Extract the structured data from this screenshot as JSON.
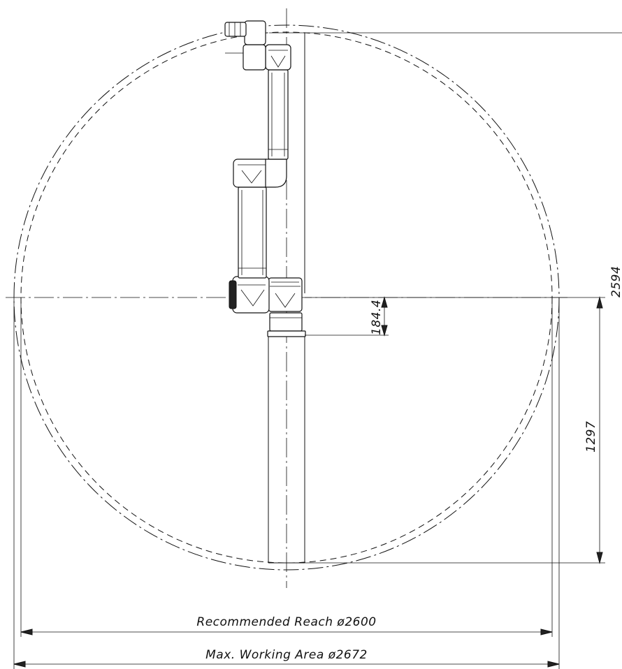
{
  "dimensions": {
    "recommended_reach_label": "Recommended Reach ø2600",
    "max_working_area_label": "Max. Working Area ø2672",
    "base_height_label": "184.4",
    "center_height_label": "1297",
    "total_height_label": "2594"
  }
}
